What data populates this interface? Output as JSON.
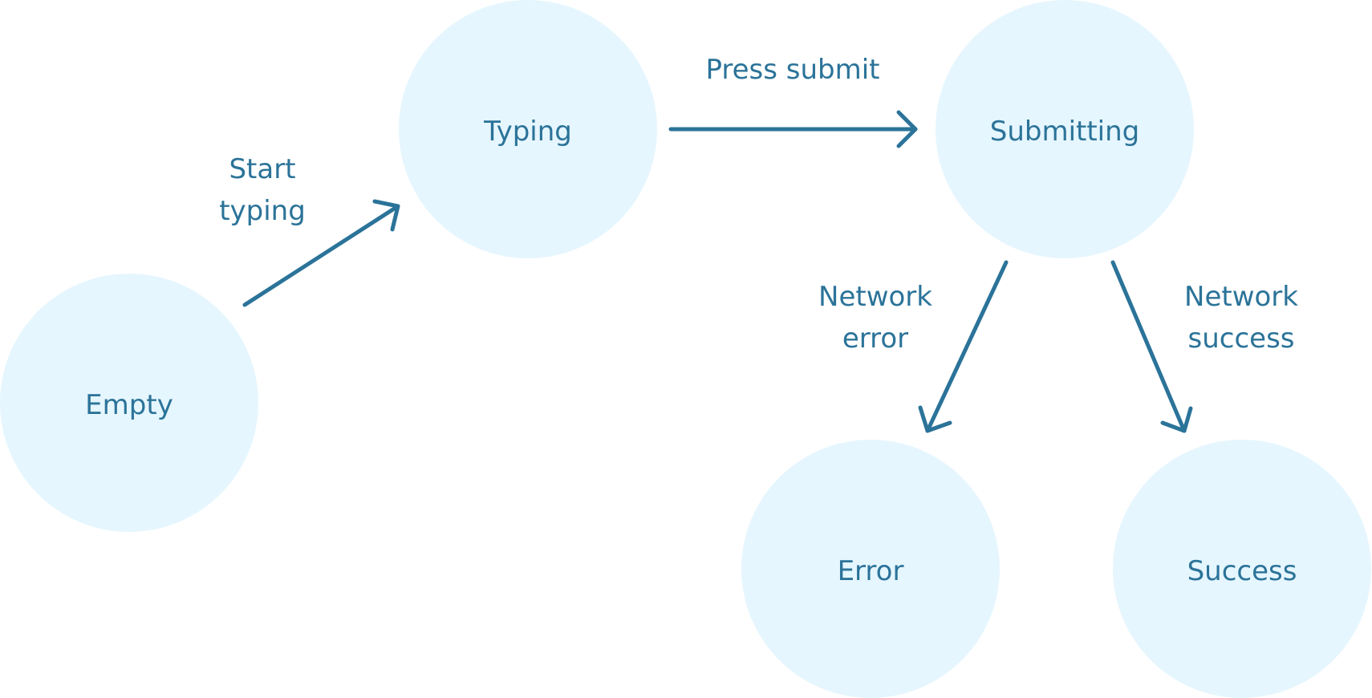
{
  "colors": {
    "node_fill": "#e6f6fe",
    "accent": "#2b7399"
  },
  "nodes": [
    {
      "id": "empty",
      "label": "Empty"
    },
    {
      "id": "typing",
      "label": "Typing"
    },
    {
      "id": "submitting",
      "label": "Submitting"
    },
    {
      "id": "error",
      "label": "Error"
    },
    {
      "id": "success",
      "label": "Success"
    }
  ],
  "edges": [
    {
      "from": "empty",
      "to": "typing",
      "label_lines": [
        "Start",
        "typing"
      ]
    },
    {
      "from": "typing",
      "to": "submitting",
      "label_lines": [
        "Press submit"
      ]
    },
    {
      "from": "submitting",
      "to": "error",
      "label_lines": [
        "Network",
        "error"
      ]
    },
    {
      "from": "submitting",
      "to": "success",
      "label_lines": [
        "Network",
        "success"
      ]
    }
  ]
}
